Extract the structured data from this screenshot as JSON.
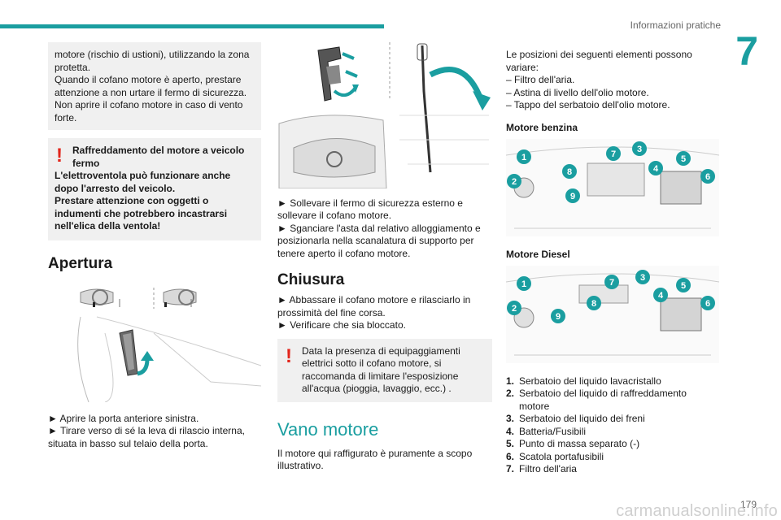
{
  "header": {
    "section_title": "Informazioni pratiche",
    "chapter_number": "7",
    "page_number": "179",
    "watermark": "carmanualsonline.info"
  },
  "col1": {
    "note_lines": [
      "motore (rischio di ustioni), utilizzando la zona protetta.",
      "Quando il cofano motore è aperto, prestare attenzione a non urtare il fermo di sicurezza.",
      "Non aprire il cofano motore in caso di vento forte."
    ],
    "warning_title": "Raffreddamento del motore a veicolo fermo",
    "warning_lines": [
      "L'elettroventola può funzionare anche dopo l'arresto del veicolo.",
      "Prestare attenzione con oggetti o indumenti che potrebbero incastrarsi nell'elica della ventola!"
    ],
    "heading": "Apertura",
    "steps": [
      "► Aprire la porta anteriore sinistra.",
      "► Tirare verso di sé la leva di rilascio interna, situata in basso sul telaio della porta."
    ]
  },
  "col2": {
    "steps1": [
      "► Sollevare il fermo di sicurezza esterno e sollevare il cofano motore.",
      "► Sganciare l'asta dal relativo alloggiamento e posizionarla nella scanalatura di supporto per tenere aperto il cofano motore."
    ],
    "heading_close": "Chiusura",
    "steps2": [
      "► Abbassare il cofano motore e rilasciarlo in prossimità del fine corsa.",
      "► Verificare che sia bloccato."
    ],
    "warning_lines": [
      "Data la presenza di equipaggiamenti elettrici sotto il cofano motore, si raccomanda di limitare l'esposizione all'acqua (pioggia, lavaggio, ecc.) ."
    ],
    "heading_engine": "Vano motore",
    "engine_text": "Il motore qui raffigurato è puramente a scopo illustrativo."
  },
  "col3": {
    "intro": "Le posizioni dei seguenti elementi possono variare:",
    "variants": [
      "– Filtro dell'aria.",
      "– Astina di livello dell'olio motore.",
      "– Tappo del serbatoio dell'olio motore."
    ],
    "petrol_heading": "Motore benzina",
    "diesel_heading": "Motore Diesel",
    "items": [
      {
        "num": "1.",
        "label": "Serbatoio del liquido lavacristallo"
      },
      {
        "num": "2.",
        "label": "Serbatoio del liquido di raffreddamento motore"
      },
      {
        "num": "3.",
        "label": "Serbatoio del liquido dei freni"
      },
      {
        "num": "4.",
        "label": "Batteria/Fusibili"
      },
      {
        "num": "5.",
        "label": "Punto di massa separato (-)"
      },
      {
        "num": "6.",
        "label": "Scatola portafusibili"
      },
      {
        "num": "7.",
        "label": "Filtro dell'aria"
      }
    ],
    "petrol_callouts": [
      "1",
      "2",
      "3",
      "4",
      "5",
      "6",
      "7",
      "8",
      "9"
    ],
    "diesel_callouts": [
      "1",
      "2",
      "3",
      "4",
      "5",
      "6",
      "7",
      "8",
      "9"
    ]
  },
  "colors": {
    "accent": "#1a9ea0",
    "warning": "#e2251b",
    "box": "#f0f0f0"
  }
}
